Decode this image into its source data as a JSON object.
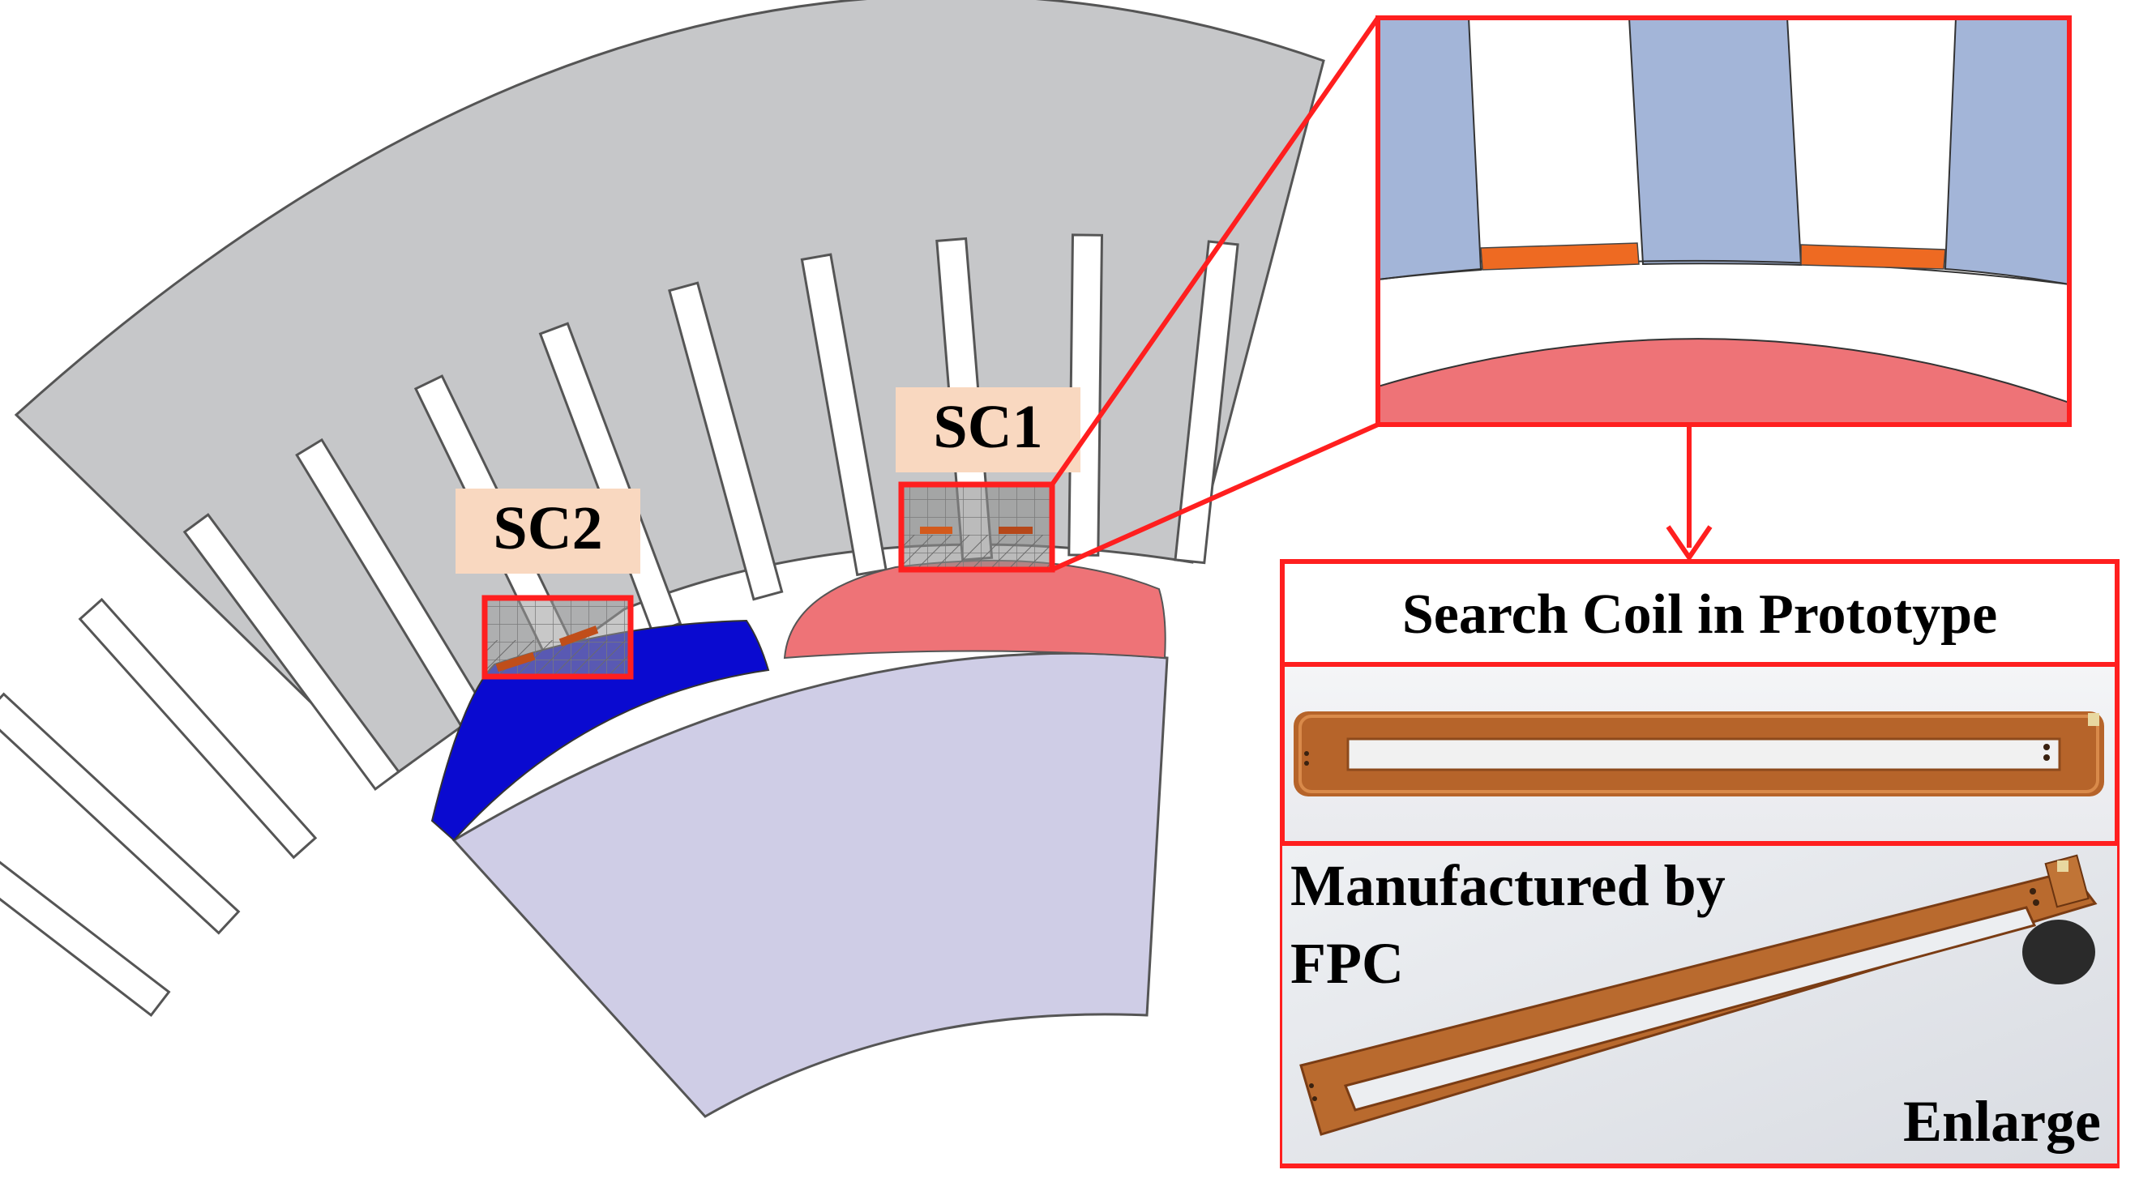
{
  "labels": {
    "sc1": "SC1",
    "sc2": "SC2"
  },
  "panel": {
    "title": "Search Coil in Prototype",
    "manufactured": "Manufactured by",
    "fpc": "FPC",
    "enlarge": "Enlarge"
  },
  "colors": {
    "stator": "#c6c7c9",
    "rotor": "#cfcde6",
    "magnet_red": "#ee7377",
    "magnet_blue": "#0a0ad0",
    "tooth_blue": "#a3b5d8",
    "coil_orange": "#ee6a22",
    "highlight_red": "#ff1f1f",
    "label_bg": "#f9d8c0"
  },
  "stator": {
    "slot_count": 12
  }
}
